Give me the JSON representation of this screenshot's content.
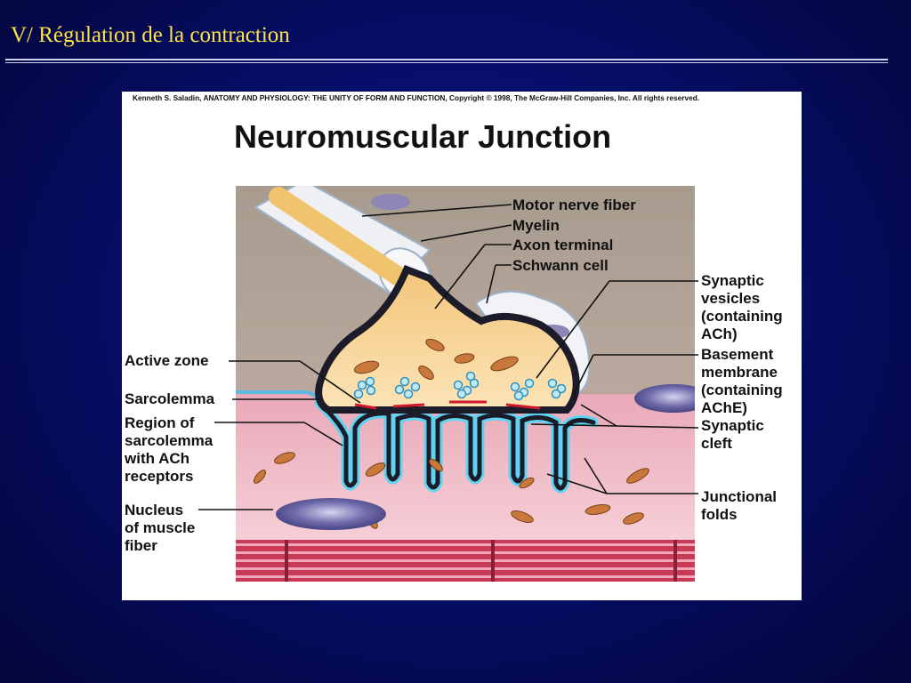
{
  "slide": {
    "title": "V/ Régulation de la contraction"
  },
  "figure": {
    "credit": "Kenneth S. Saladin, ANATOMY AND PHYSIOLOGY: THE UNITY OF FORM AND FUNCTION, Copyright © 1998, The McGraw-Hill Companies, Inc.  All rights reserved.",
    "title": "Neuromuscular Junction",
    "labels": {
      "motor_nerve_fiber": "Motor nerve fiber",
      "myelin": "Myelin",
      "axon_terminal": "Axon terminal",
      "schwann_cell": "Schwann cell",
      "synaptic_vesicles": "Synaptic\nvesicles\n(containing\nACh)",
      "basement_membrane": "Basement\nmembrane\n(containing\nAChE)",
      "synaptic_cleft": "Synaptic\ncleft",
      "junctional_folds": "Junctional\nfolds",
      "active_zone": "Active zone",
      "sarcolemma": "Sarcolemma",
      "region_of_sarcolemma": "Region of\nsarcolemma\nwith ACh\nreceptors",
      "nucleus": "Nucleus\nof muscle\nfiber"
    }
  },
  "colors": {
    "background": "#070e6a",
    "title": "#ffe24a",
    "rule": "#cfd3ee",
    "muscle": "#f3c6cf",
    "axon": "#f7d9a0",
    "myelin": "#eef0f4",
    "vesicle": "#69bfdc",
    "membrane": "#1b1b2a"
  }
}
